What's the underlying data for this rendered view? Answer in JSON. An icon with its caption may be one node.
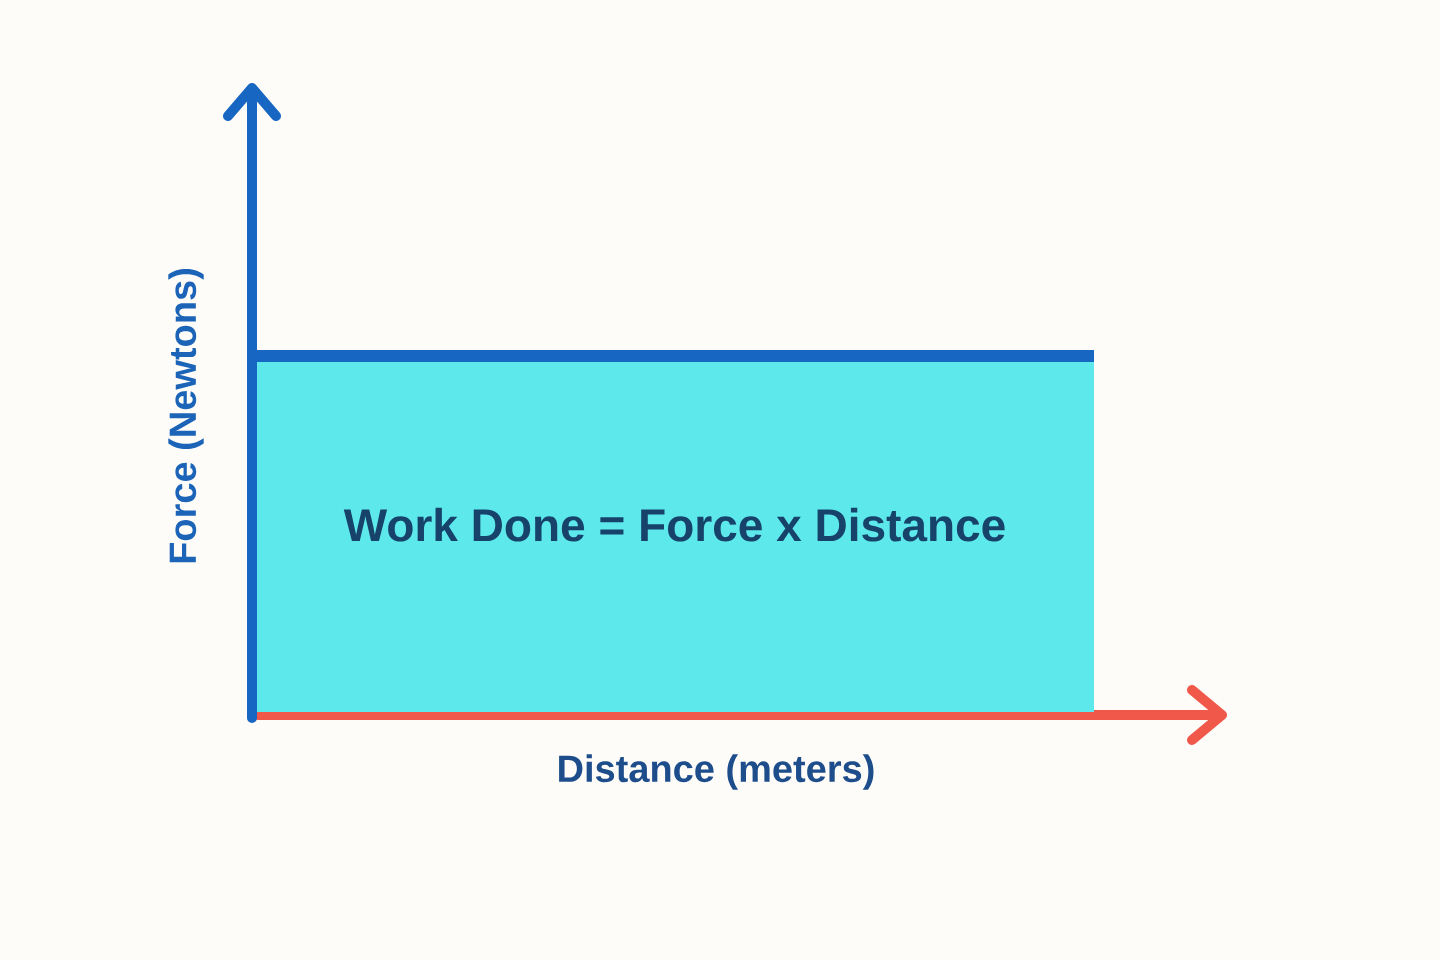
{
  "diagram": {
    "nodes": [
      {
        "text": [
          "Work Done = Force x Distance"
        ]
      }
    ],
    "labels": [
      "Force (Newtons)",
      "Distance (meters)"
    ]
  }
}
